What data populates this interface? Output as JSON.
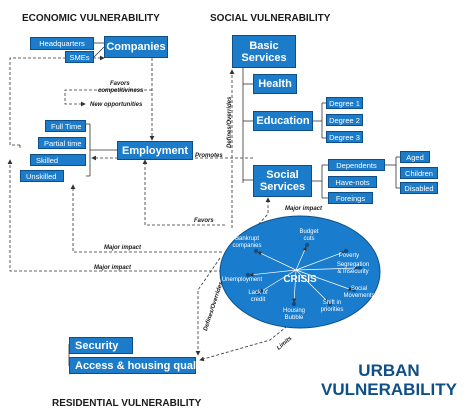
{
  "sections": {
    "economic": "ECONOMIC VULNERABILITY",
    "social": "SOCIAL VULNERABILITY",
    "residential": "RESIDENTIAL VULNERABILITY"
  },
  "economic": {
    "headquarters": "Headquarters",
    "smes": "SMEs",
    "companies": "Companies",
    "employment": "Employment",
    "full_time": "Full Time",
    "partial_time": "Partial time",
    "skilled": "Skilled",
    "unskilled": "Unskilled"
  },
  "social": {
    "basic_services_1": "Basic",
    "basic_services_2": "Services",
    "health": "Health",
    "education": "Education",
    "degree_1": "Degree 1",
    "degree_2": "Degree 2",
    "degree_3": "Degree 3",
    "social_services_1": "Social",
    "social_services_2": "Services",
    "dependents": "Dependents",
    "have_nots": "Have-nots",
    "foreings": "Foreings",
    "aged": "Aged",
    "children": "Children",
    "disabled": "Disabled"
  },
  "residential": {
    "security": "Security",
    "access_housing": "Access & housing quality"
  },
  "links": {
    "favors_competitiviness_1": "Favors",
    "favors_competitiviness_2": "competitiviness",
    "new_opportunities": "New opportunities",
    "promotes": "Promotes",
    "defines_overrides_top": "Defines/Overrides",
    "major_impact_top": "Major impact",
    "favors": "Favors",
    "major_impact_1": "Major impact",
    "major_impact_2": "Major impact",
    "defines_overrides_bottom": "Defines/Overrides",
    "limits": "Limits"
  },
  "crisis": {
    "title": "CRISIS",
    "bankrupt_1": "Bankrupt",
    "bankrupt_2": "companies",
    "budget_1": "Budget",
    "budget_2": "cuts",
    "poverty": "Poverty",
    "segregation_1": "Segregation",
    "segregation_2": "& Insecurity",
    "unemployment": "Unemployment",
    "lack_credit_1": "Lack of",
    "lack_credit_2": "credit",
    "housing_1": "Housing",
    "housing_2": "Bubble",
    "shift_1": "Shift in",
    "shift_2": "priorities",
    "social_movements_1": "Social",
    "social_movements_2": "Movements"
  },
  "urban": {
    "line1": "URBAN",
    "line2": "VULNERABILITY"
  },
  "colors": {
    "box_fill": "#1c7cc9",
    "box_border": "#0d4f86",
    "ellipse_fill": "#1a7ccc",
    "title_blue": "#0d4f86",
    "line": "#333333"
  }
}
